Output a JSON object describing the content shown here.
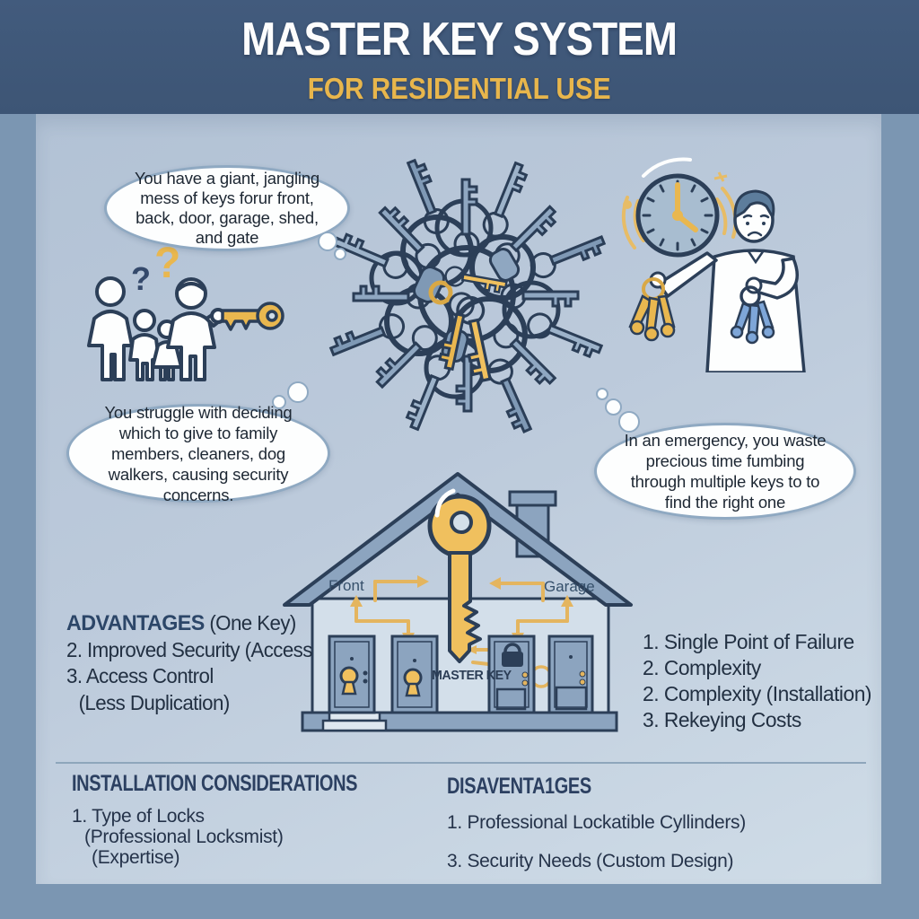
{
  "header": {
    "title": "MASTER KEY SYSTEM",
    "subtitle": "FOR RESIDENTIAL USE"
  },
  "thought_bubbles": {
    "top_left": "You have a giant, jangling mess of keys forur front, back, door, garage, shed, and gate",
    "mid_left": "You struggle with deciding which to give to family members, cleaners, dog walkers, causing security concerns.",
    "mid_right": "In an emergency, you waste precious time fumbing through multiple keys to to find the right one"
  },
  "decorations": {
    "question_mark_dark": "?",
    "question_mark_gold": "?"
  },
  "house": {
    "front_label": "Front",
    "garage_label": "Garage",
    "master_key_label": "MASTER KEY"
  },
  "advantages": {
    "heading": "ADVANTAGES",
    "heading_note": "(One Key)",
    "items": [
      "2. Improved Security (Access",
      "3. Access Control",
      "(Less Duplication)"
    ]
  },
  "disadvantages": {
    "items": [
      "1. Single Point of Failure",
      "2. Complexity",
      "2. Complexity (Installation)",
      "3. Rekeying Costs"
    ]
  },
  "installation": {
    "heading": "INSTALLATION CONSIDERATIONS",
    "items": [
      "1. Type of Locks",
      "(Professional Locksmist)",
      "(Expertise)"
    ]
  },
  "disadvantages_bottom": {
    "heading": "DISAVENTA1GES",
    "items": [
      "1. Professional Lockatible Cyllinders)",
      "3. Security Needs (Custom Design)"
    ]
  },
  "colors": {
    "header_bg": "#3d5575",
    "frame_bg": "#7b96b2",
    "panel_top": "#b2c2d5",
    "panel_bottom": "#cfdce7",
    "accent_gold": "#e9b74f",
    "outline_navy": "#2c3f58",
    "key_steel": "#8fa7c1",
    "heading_navy": "#2c4668",
    "body_text": "#223042"
  }
}
